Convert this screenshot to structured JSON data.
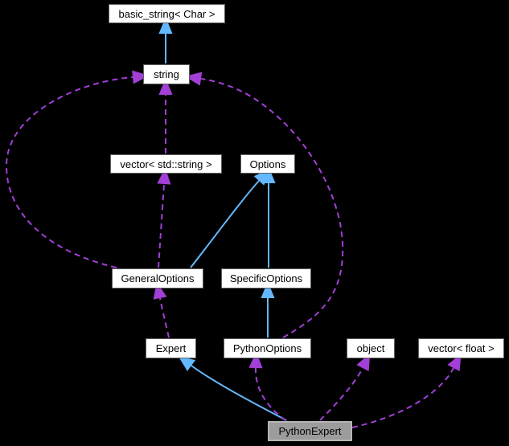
{
  "diagram": {
    "kind": "collaboration-graph",
    "nodes": {
      "basic_string": {
        "label": "basic_string< Char >",
        "role": "class"
      },
      "string": {
        "label": "string",
        "role": "class"
      },
      "vector_std_string": {
        "label": "vector< std::string >",
        "role": "class"
      },
      "options": {
        "label": "Options",
        "role": "class"
      },
      "general_options": {
        "label": "GeneralOptions",
        "role": "class"
      },
      "specific_options": {
        "label": "SpecificOptions",
        "role": "class"
      },
      "expert": {
        "label": "Expert",
        "role": "class"
      },
      "python_options": {
        "label": "PythonOptions",
        "role": "class"
      },
      "object": {
        "label": "object",
        "role": "class"
      },
      "vector_float": {
        "label": "vector< float >",
        "role": "class"
      },
      "python_expert": {
        "label": "PythonExpert",
        "role": "focus"
      }
    },
    "edges": [
      {
        "from": "string",
        "to": "basic_string",
        "relation": "inherits"
      },
      {
        "from": "general_options",
        "to": "options",
        "relation": "inherits"
      },
      {
        "from": "specific_options",
        "to": "options",
        "relation": "inherits"
      },
      {
        "from": "python_options",
        "to": "specific_options",
        "relation": "inherits"
      },
      {
        "from": "python_expert",
        "to": "expert",
        "relation": "inherits"
      },
      {
        "from": "vector_std_string",
        "to": "string",
        "relation": "uses"
      },
      {
        "from": "general_options",
        "to": "vector_std_string",
        "relation": "uses"
      },
      {
        "from": "general_options",
        "to": "string",
        "relation": "uses"
      },
      {
        "from": "expert",
        "to": "general_options",
        "relation": "uses"
      },
      {
        "from": "python_options",
        "to": "string",
        "relation": "uses"
      },
      {
        "from": "python_expert",
        "to": "python_options",
        "relation": "uses"
      },
      {
        "from": "python_expert",
        "to": "object",
        "relation": "uses"
      },
      {
        "from": "python_expert",
        "to": "vector_float",
        "relation": "uses"
      }
    ],
    "colors": {
      "background": "#000000",
      "inheritance": "#63B8FF",
      "usage": "#A13FD6",
      "node_bg": "#FFFFFF",
      "node_border": "#5F5F5F",
      "node_text": "#000000",
      "focus_node_bg": "#9C9C9C",
      "focus_node_border": "#B5B5B5"
    }
  }
}
